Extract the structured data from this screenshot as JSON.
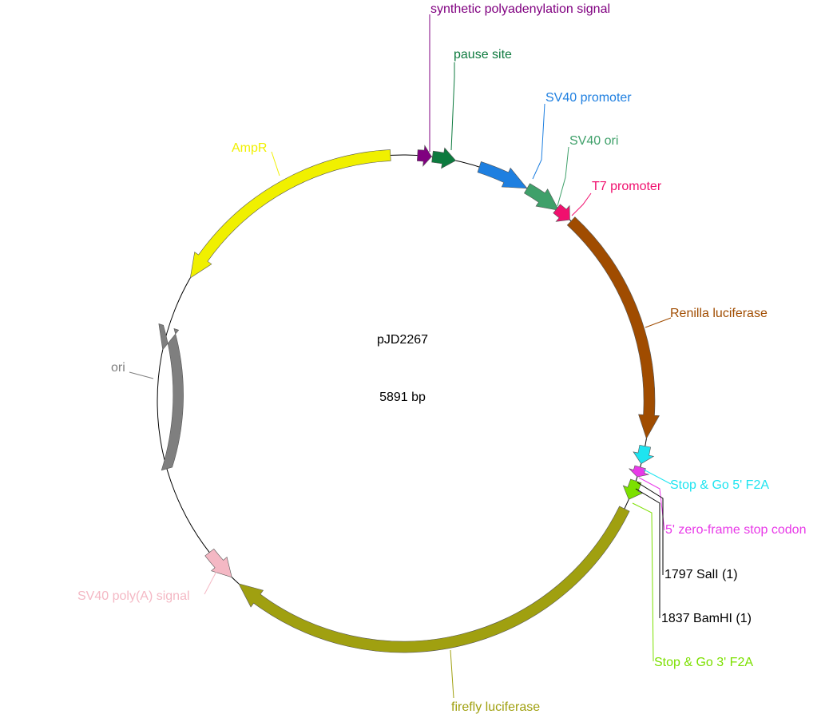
{
  "plasmid": {
    "name": "pJD2267",
    "size_label": "5891 bp"
  },
  "features": [
    {
      "id": "synthetic-polyadenylation-signal",
      "label": "synthetic polyadenylation signal",
      "color": "#800080"
    },
    {
      "id": "pause-site",
      "label": "pause site",
      "color": "#0d7a3e"
    },
    {
      "id": "sv40-promoter",
      "label": "SV40 promoter",
      "color": "#1e7fe0"
    },
    {
      "id": "sv40-ori",
      "label": "SV40 ori",
      "color": "#3fa06a"
    },
    {
      "id": "t7-promoter",
      "label": "T7 promoter",
      "color": "#f0106e"
    },
    {
      "id": "renilla-luciferase",
      "label": "Renilla luciferase",
      "color": "#a04c00"
    },
    {
      "id": "stop-go-5-f2a",
      "label": "Stop & Go 5' F2A",
      "color": "#1ee4f0"
    },
    {
      "id": "zero-frame-stop-codon",
      "label": "5' zero-frame stop codon",
      "color": "#e83ae8"
    },
    {
      "id": "stop-go-3-f2a",
      "label": "Stop & Go 3' F2A",
      "color": "#7ce000"
    },
    {
      "id": "firefly-luciferase",
      "label": "firefly luciferase",
      "color": "#a0a010"
    },
    {
      "id": "sv40-polya-signal",
      "label": "SV40 poly(A) signal",
      "color": "#f4b8c4"
    },
    {
      "id": "ori",
      "label": "ori",
      "color": "#7f7f7f"
    },
    {
      "id": "ampr",
      "label": "AmpR",
      "color": "#f0f000"
    }
  ],
  "sites": [
    {
      "id": "sali",
      "label": "1797 SalI (1)"
    },
    {
      "id": "bamhi",
      "label": "1837 BamHI (1)"
    }
  ]
}
